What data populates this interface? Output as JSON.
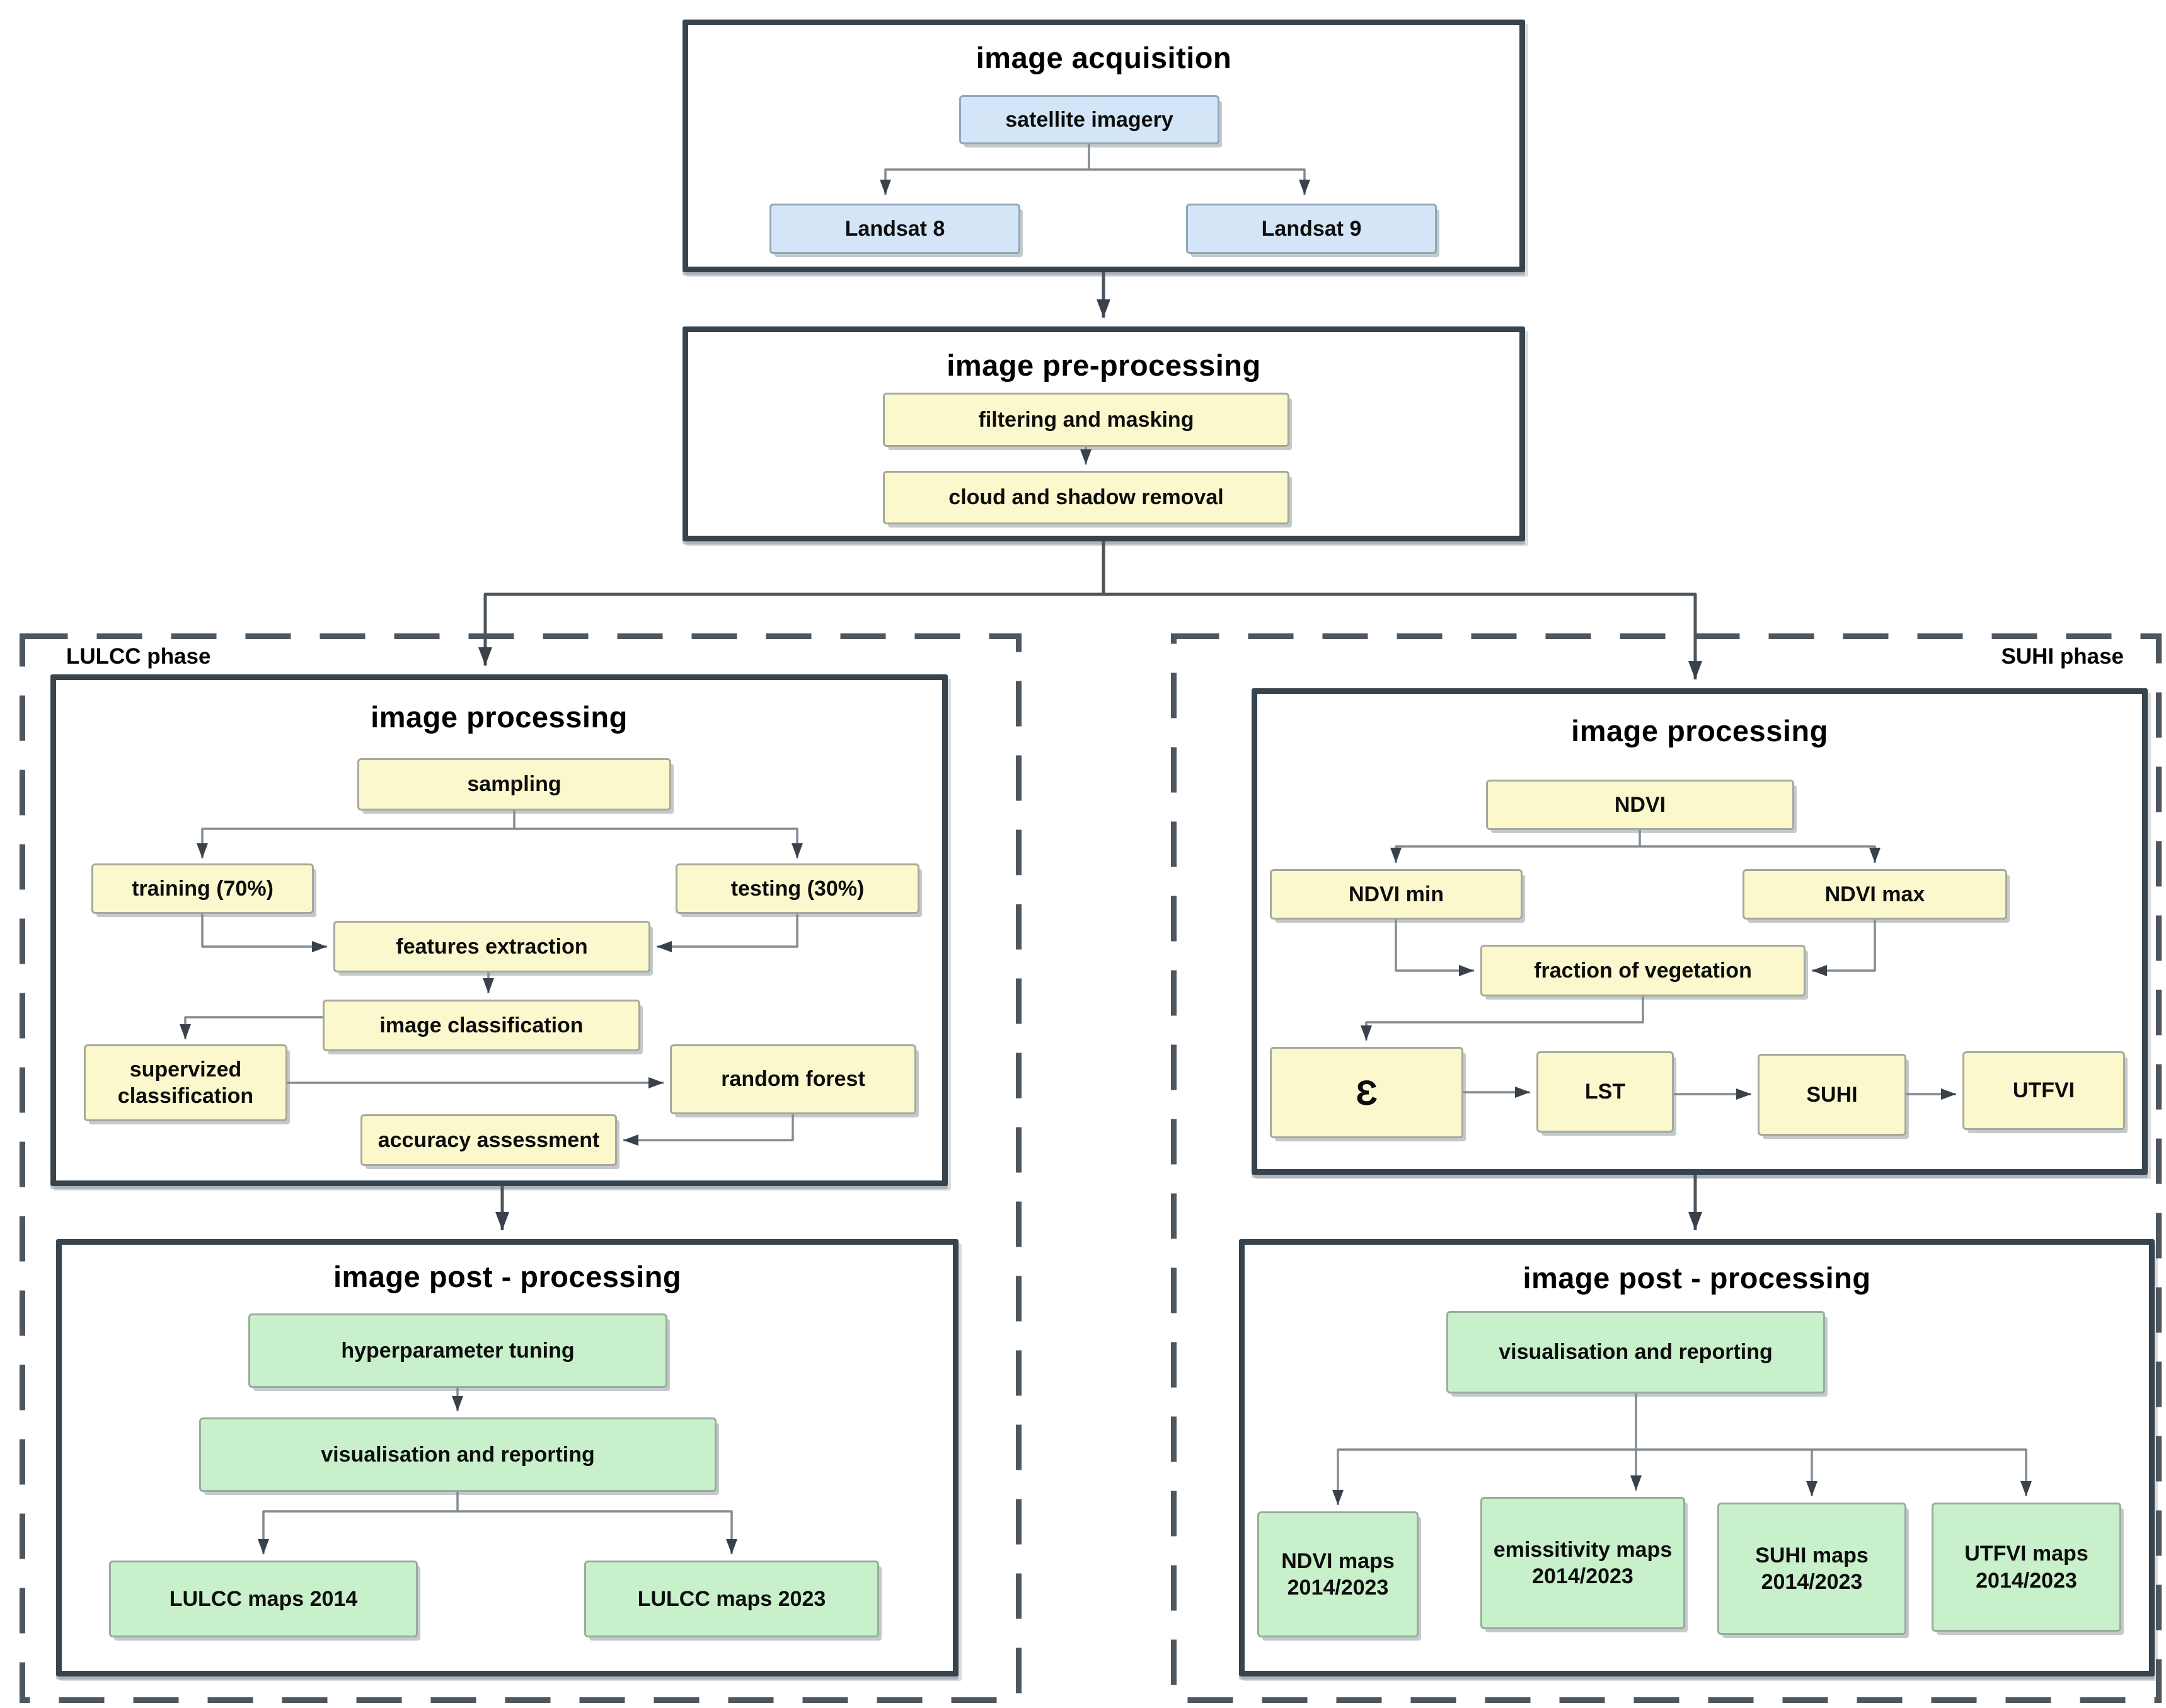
{
  "phases": {
    "lulcc": "LULCC phase",
    "suhi": "SUHI phase"
  },
  "sections": {
    "acquisition": "image acquisition",
    "preprocessing": "image pre-processing",
    "lulcc_processing": "image processing",
    "lulcc_post": "image post - processing",
    "suhi_processing": "image processing",
    "suhi_post": "image post - processing"
  },
  "nodes": {
    "satellite_imagery": "satellite imagery",
    "landsat8": "Landsat 8",
    "landsat9": "Landsat 9",
    "filtering": "filtering and masking",
    "cloud_removal": "cloud and shadow removal",
    "sampling": "sampling",
    "training": "training (70%)",
    "testing": "testing (30%)",
    "features_extraction": "features extraction",
    "image_classification": "image classification",
    "supervized": "supervized classification",
    "random_forest": "random forest",
    "accuracy": "accuracy assessment",
    "hyperparameter": "hyperparameter tuning",
    "lulcc_visualisation": "visualisation and reporting",
    "lulcc_maps_2014": "LULCC maps 2014",
    "lulcc_maps_2023": "LULCC maps 2023",
    "ndvi": "NDVI",
    "ndvi_min": "NDVI min",
    "ndvi_max": "NDVI max",
    "fraction": "fraction of vegetation",
    "epsilon": "Ɛ",
    "lst": "LST",
    "suhi": "SUHI",
    "utfvi": "UTFVI",
    "suhi_visualisation": "visualisation and reporting",
    "ndvi_maps": "NDVI maps 2014/2023",
    "emissitivity_maps": "emissitivity maps 2014/2023",
    "suhi_maps": "SUHI maps 2014/2023",
    "utfvi_maps": "UTFVI maps 2014/2023"
  },
  "colors": {
    "satellite_fill": "#d3e5f6",
    "process_fill": "#fbf8cd",
    "output_fill": "#c7f0cb",
    "container_border": "#37444e",
    "dashed_border": "#4e575f",
    "connector": "#848b91",
    "connector_strong": "#4c555d",
    "arrowhead": "#39424b"
  }
}
